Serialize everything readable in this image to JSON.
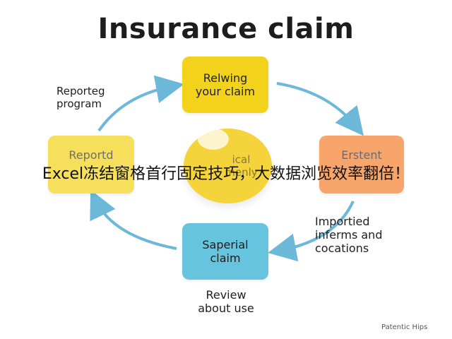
{
  "title": "Insurance claim",
  "nodes": {
    "top": "Relwing\nyour claim",
    "right": "Erstent",
    "bottom": "Saperial\nclaim",
    "left": "Reportd",
    "center": "ical\nmenly"
  },
  "labels": {
    "top_left": "Reporteg\nprogram",
    "right_lower": "Importied\ninferms and\ncocations",
    "bottom_review": "Review\nabout use"
  },
  "banner": "Excel冻结窗格首行固定技巧，大数据浏览效率翻倍！",
  "footer": "Patentic Hips",
  "colors": {
    "arrow": "#6bb8d8",
    "yellow": "#f3d21c",
    "orange": "#f8a56c",
    "blue": "#66c4df"
  }
}
